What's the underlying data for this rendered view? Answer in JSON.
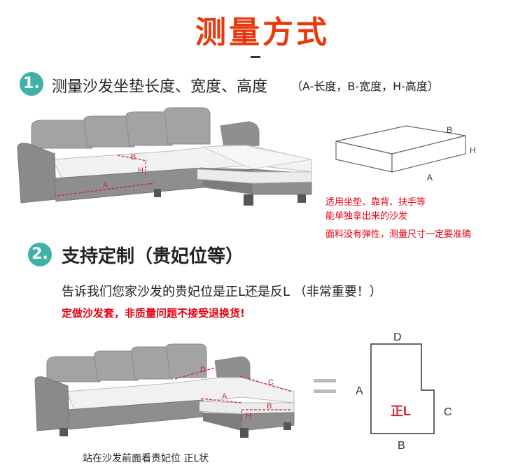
{
  "title": "测量方式",
  "step1": {
    "number": "1.",
    "heading": "测量沙发坐垫长度、宽度、高度",
    "sub": "（A-长度，B-宽度，H-高度）"
  },
  "cushion_labels": {
    "a": "A",
    "b": "B",
    "h": "H"
  },
  "sofa1_labels": {
    "a": "A",
    "b": "B",
    "h": "H"
  },
  "notes": {
    "line1": "适用坐垫、靠背、扶手等",
    "line2": "能单独拿出来的沙发",
    "line3": "面料没有弹性，测量尺寸一定要准确"
  },
  "step2": {
    "number": "2.",
    "heading": "支持定制（贵妃位等）"
  },
  "question": "告诉我们您家沙发的贵妃位是正L还是反L （非常重要！）",
  "warning": "定做沙发套，非质量问题不接受退换货!",
  "sofa2_labels": {
    "a": "A",
    "b": "B",
    "c": "C",
    "d": "D",
    "h": "H"
  },
  "diagram": {
    "a": "A",
    "b": "B",
    "c": "C",
    "d": "D",
    "center": "正L",
    "equals": "="
  },
  "caption": "站在沙发前面看贵妃位 正L状",
  "colors": {
    "accent": "#e8380d",
    "teal": "#3fb1a6",
    "warning": "#e60012",
    "sofa": "#9e9e9e",
    "measure": "#c8283c"
  }
}
